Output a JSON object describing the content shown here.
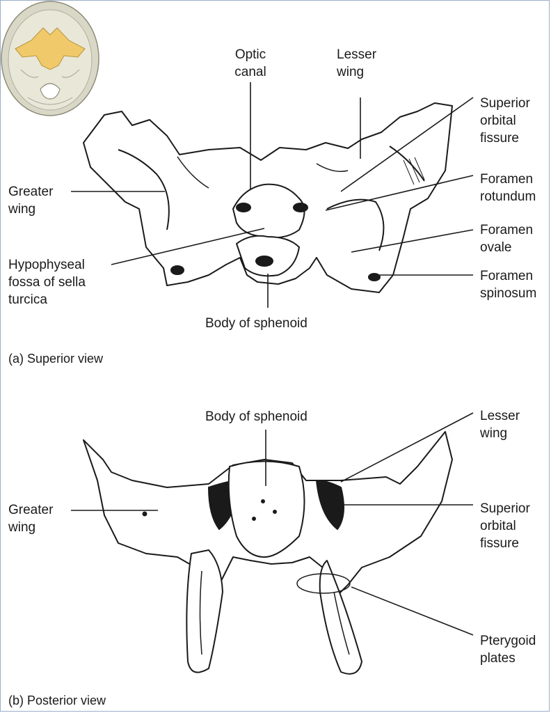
{
  "inset": {
    "highlight_color": "#f0c96a",
    "skull_color": "#d9d8c6"
  },
  "superior": {
    "caption": "(a) Superior view",
    "labels": {
      "optic_canal": "Optic\ncanal",
      "lesser_wing": "Lesser\nwing",
      "superior_orbital_fissure": "Superior\norbital\nfissure",
      "greater_wing": "Greater\nwing",
      "foramen_rotundum": "Foramen\nrotundum",
      "foramen_ovale": "Foramen\novale",
      "hypophyseal_fossa": "Hypophyseal\nfossa of sella\nturcica",
      "foramen_spinosum": "Foramen\nspinosum",
      "body_of_sphenoid": "Body of sphenoid"
    }
  },
  "posterior": {
    "caption": "(b) Posterior view",
    "labels": {
      "body_of_sphenoid": "Body of sphenoid",
      "lesser_wing": "Lesser\nwing",
      "greater_wing": "Greater\nwing",
      "superior_orbital_fissure": "Superior\norbital\nfissure",
      "pterygoid_plates": "Pterygoid\nplates"
    }
  }
}
